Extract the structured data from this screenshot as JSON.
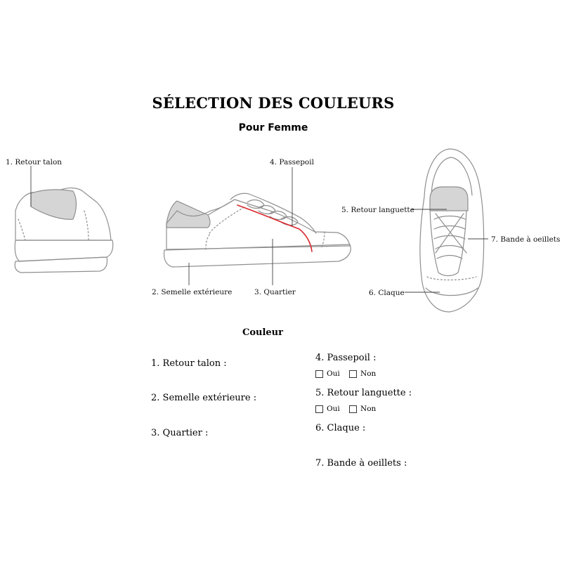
{
  "title": "SÉLECTION DES COULEURS",
  "subtitle": "Pour Femme",
  "callouts": {
    "retour_talon": "1. Retour talon",
    "semelle": "2. Semelle extérieure",
    "quartier": "3. Quartier",
    "passepoil": "4. Passepoil",
    "languette": "5. Retour languette",
    "claque": "6. Claque",
    "bande": "7. Bande à oeillets"
  },
  "colors": {
    "line": "#8f8f8f",
    "passepoil": "#d9262c"
  },
  "form": {
    "heading": "Couleur",
    "left": [
      "1. Retour talon :",
      "2. Semelle extérieure :",
      "3. Quartier :"
    ],
    "right": [
      "4. Passepoil :",
      "5. Retour languette :",
      "6. Claque :",
      "7. Bande à oeillets :"
    ],
    "passepoil_options": [
      "Oui",
      "Non"
    ],
    "languette_options": [
      "Oui",
      "Non"
    ]
  }
}
